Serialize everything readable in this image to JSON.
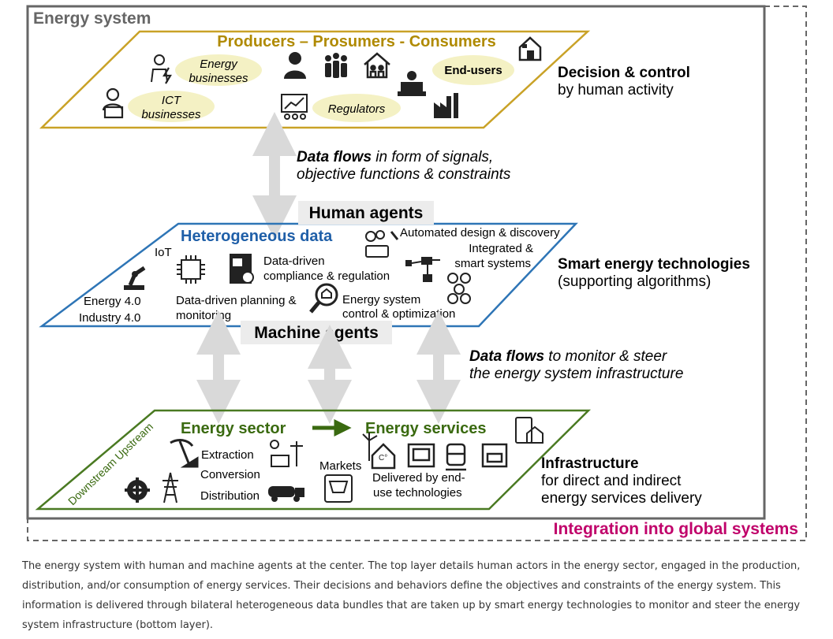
{
  "system": {
    "title": "Energy system",
    "global_label": "Integration into global systems"
  },
  "top_layer": {
    "title": "Producers – Prosumers - Consumers",
    "ovals": {
      "energy_businesses": [
        "Energy",
        "businesses"
      ],
      "ict_businesses": [
        "ICT",
        "businesses"
      ],
      "regulators": "Regulators",
      "end_users": "End-users"
    },
    "side_label": {
      "bold": "Decision & control",
      "normal": "by human activity"
    }
  },
  "flow_top": {
    "bold": "Data flows",
    "rest1": " in form of signals,",
    "line2": "objective functions & constraints"
  },
  "human_agents": "Human agents",
  "middle_layer": {
    "title": "Heterogeneous data",
    "labels": {
      "iot": "IoT",
      "energy_industry": [
        "Energy 4.0",
        "Industry 4.0"
      ],
      "compliance": [
        "Data-driven",
        "compliance & regulation"
      ],
      "planning": [
        "Data-driven planning &",
        "monitoring"
      ],
      "automated": "Automated design & discovery",
      "integrated": [
        "Integrated &",
        "smart systems"
      ],
      "control": [
        "Energy system",
        "control & optimization"
      ]
    },
    "side_label": {
      "bold": "Smart energy technologies",
      "normal": "(supporting algorithms)"
    }
  },
  "machine_agents": "Machine agents",
  "flow_bottom": {
    "bold": "Data flows",
    "rest1": " to monitor & steer",
    "line2": "the energy system infrastructure"
  },
  "bottom_layer": {
    "sector": "Energy sector",
    "services": "Energy services",
    "stream": "Downstream Upstream",
    "extraction": "Extraction",
    "conversion": "Conversion",
    "distribution": "Distribution",
    "markets": "Markets",
    "delivered": [
      "Delivered by end-",
      "use technologies"
    ],
    "side_label": {
      "bold": "Infrastructure",
      "line2": "for direct and indirect",
      "line3": "energy services delivery"
    }
  },
  "caption": [
    "The energy system with human and machine agents at the center. The top layer details human actors in the energy sector, engaged in the production,",
    "distribution, and/or consumption of energy services. Their decisions and behaviors define the objectives and constraints of the energy system. This",
    "information is delivered through bilateral heterogeneous data bundles that are taken up by smart energy technologies to monitor and steer the energy",
    "system infrastructure (bottom layer)."
  ],
  "colors": {
    "top": "#c9a227",
    "top_title": "#b08a00",
    "middle": "#2e75b6",
    "middle_title": "#1f5fa8",
    "bottom": "#4a7a22",
    "bottom_title": "#3a6a10",
    "oval": "#f4f1c4",
    "arrow": "#d9d9d9",
    "global": "#c0006a"
  }
}
